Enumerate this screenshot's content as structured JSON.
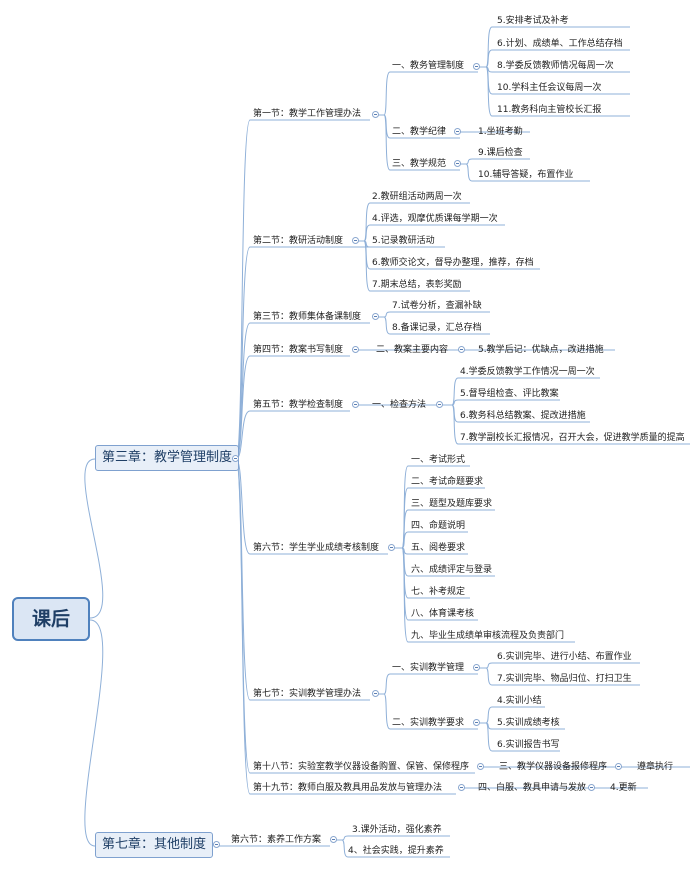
{
  "root": "课后",
  "ch3": "第三章：教学管理制度",
  "ch7": "第七章：其他制度",
  "s1": "第一节：教学工作管理办法",
  "s1_a": "一、教务管理制度",
  "s1_a1": "5.安排考试及补考",
  "s1_a2": "6.计划、成绩单、工作总结存档",
  "s1_a3": "8.学委反馈教师情况每周一次",
  "s1_a4": "10.学科主任会议每周一次",
  "s1_a5": "11.教务科向主管校长汇报",
  "s1_b": "二、教学纪律",
  "s1_b1": "1.坐班考勤",
  "s1_c": "三、教学规范",
  "s1_c1": "9.课后检查",
  "s1_c2": "10.辅导答疑，布置作业",
  "s2": "第二节：教研活动制度",
  "s2_1": "2.教研组活动两周一次",
  "s2_2": "4.评选，观摩优质课每学期一次",
  "s2_3": "5.记录教研活动",
  "s2_4": "6.教师交论文，督导办整理，推荐，存档",
  "s2_5": "7.期末总结，表彰奖励",
  "s3": "第三节：教师集体备课制度",
  "s3_1": "7.试卷分析，查漏补缺",
  "s3_2": "8.备课记录，汇总存档",
  "s4": "第四节：教案书写制度",
  "s4_a": "二、教案主要内容",
  "s4_a1": "5.教学后记：优缺点，改进措施",
  "s5": "第五节：教学检查制度",
  "s5_a": "一、检查方法",
  "s5_a1": "4.学委反馈教学工作情况一周一次",
  "s5_a2": "5.督导组检查、评比教案",
  "s5_a3": "6.教务科总结教案、提改进措施",
  "s5_a4": "7.教学副校长汇报情况，召开大会，促进教学质量的提高",
  "s6": "第六节：学生学业成绩考核制度",
  "s6_1": "一、考试形式",
  "s6_2": "二、考试命题要求",
  "s6_3": "三、题型及题库要求",
  "s6_4": "四、命题说明",
  "s6_5": "五、阅卷要求",
  "s6_6": "六、成绩评定与登录",
  "s6_7": "七、补考规定",
  "s6_8": "八、体育课考核",
  "s6_9": "九、毕业生成绩单审核流程及负责部门",
  "s7": "第七节：实训教学管理办法",
  "s7_a": "一、实训教学管理",
  "s7_a1": "6.实训完毕、进行小结、布置作业",
  "s7_a2": "7.实训完毕、物品归位、打扫卫生",
  "s7_b": "二、实训教学要求",
  "s7_b1": "4.实训小结",
  "s7_b2": "5.实训成绩考核",
  "s7_b3": "6.实训报告书写",
  "s18": "第十八节：实验室教学仪器设备购置、保管、保修程序",
  "s18_a": "三、教学仪器设备报修程序",
  "s18_a1": "遵章执行",
  "s19": "第十九节：教师白服及教具用品发放与管理办法",
  "s19_a": "四、白服、教具申请与发放",
  "s19_a1": "4.更新",
  "c7s6": "第六节：素养工作方案",
  "c7s6_1": "3.课外活动，强化素养",
  "c7s6_2": "4、社会实践，提升素养",
  "colors": {
    "link": "#8fb0d8",
    "root_border": "#4f81bd",
    "root_fill": "#dbe6f4",
    "chapter_fill": "#e8eff8"
  }
}
